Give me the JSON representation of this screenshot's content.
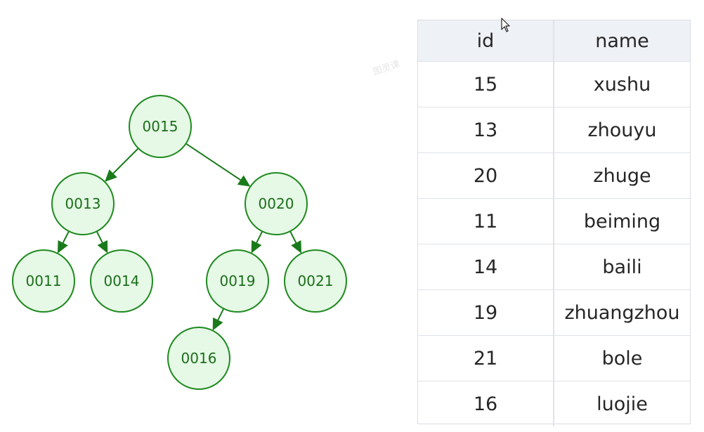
{
  "tree": {
    "nodes": [
      {
        "id": "n15",
        "label": "0015"
      },
      {
        "id": "n13",
        "label": "0013"
      },
      {
        "id": "n20",
        "label": "0020"
      },
      {
        "id": "n11",
        "label": "0011"
      },
      {
        "id": "n14",
        "label": "0014"
      },
      {
        "id": "n19",
        "label": "0019"
      },
      {
        "id": "n21",
        "label": "0021"
      },
      {
        "id": "n16",
        "label": "0016"
      }
    ],
    "edges": [
      {
        "from": "n15",
        "to": "n13"
      },
      {
        "from": "n15",
        "to": "n20"
      },
      {
        "from": "n13",
        "to": "n11"
      },
      {
        "from": "n13",
        "to": "n14"
      },
      {
        "from": "n20",
        "to": "n19"
      },
      {
        "from": "n20",
        "to": "n21"
      },
      {
        "from": "n19",
        "to": "n16"
      }
    ],
    "colors": {
      "node_fill": "#e6f8e6",
      "node_stroke": "#1f8a1f",
      "edge": "#1a7a1a",
      "label": "#1a6e1a"
    }
  },
  "table": {
    "headers": [
      "id",
      "name"
    ],
    "rows": [
      [
        "15",
        "xushu"
      ],
      [
        "13",
        "zhouyu"
      ],
      [
        "20",
        "zhuge"
      ],
      [
        "11",
        "beiming"
      ],
      [
        "14",
        "baili"
      ],
      [
        "19",
        "zhuangzhou"
      ],
      [
        "21",
        "bole"
      ],
      [
        "16",
        "luojie"
      ]
    ]
  },
  "watermark": "图灵课"
}
